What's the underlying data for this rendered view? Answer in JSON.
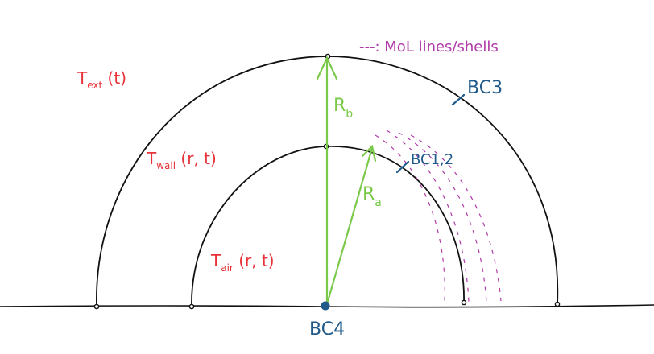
{
  "colors": {
    "boundary": "#111111",
    "temperature_labels": "#e8333a",
    "radius_arrows": "#7ac94a",
    "boundary_conditions": "#1f5a8a",
    "mol_shells": "#b03aa8"
  },
  "labels": {
    "t_ext": {
      "main": "T",
      "sub": "ext",
      "args": " (t)"
    },
    "t_wall": {
      "main": "T",
      "sub": "wall",
      "args": " (r, t)"
    },
    "t_air": {
      "main": "T",
      "sub": "air",
      "args": " (r, t)"
    },
    "r_a": {
      "main": "R",
      "sub": "a"
    },
    "r_b": {
      "main": "R",
      "sub": "b"
    },
    "bc12": "BC1,2",
    "bc3": "BC3",
    "bc4": "BC4",
    "legend": "---: MoL lines/shells"
  },
  "icons": {
    "origin": "filled-dot-icon",
    "arrowhead": "arrowhead-icon"
  }
}
